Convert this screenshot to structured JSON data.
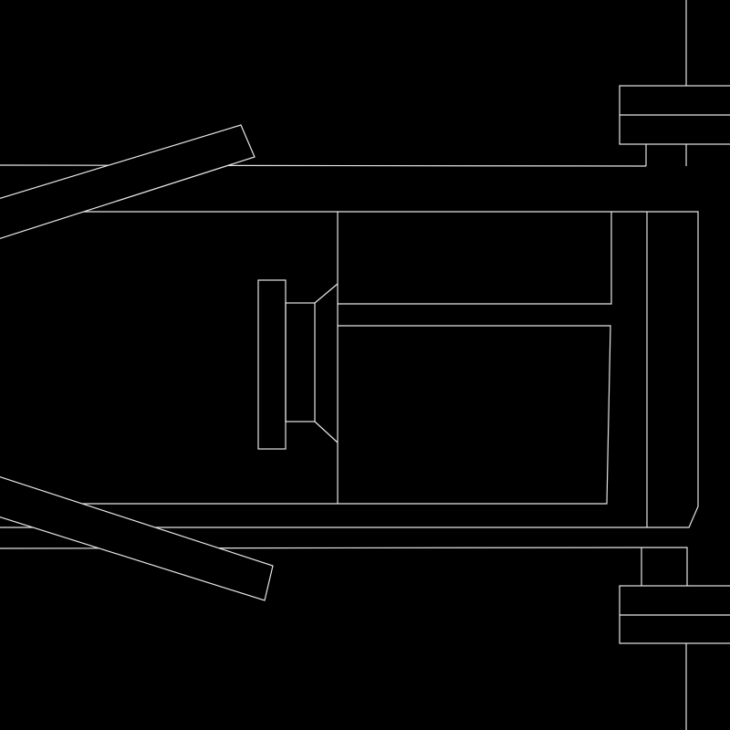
{
  "canvas": {
    "background": "#000000",
    "stroke": "#e6e6e6"
  },
  "parts": [
    "body-outline",
    "cabin",
    "speaker",
    "side-beams",
    "wheels"
  ]
}
